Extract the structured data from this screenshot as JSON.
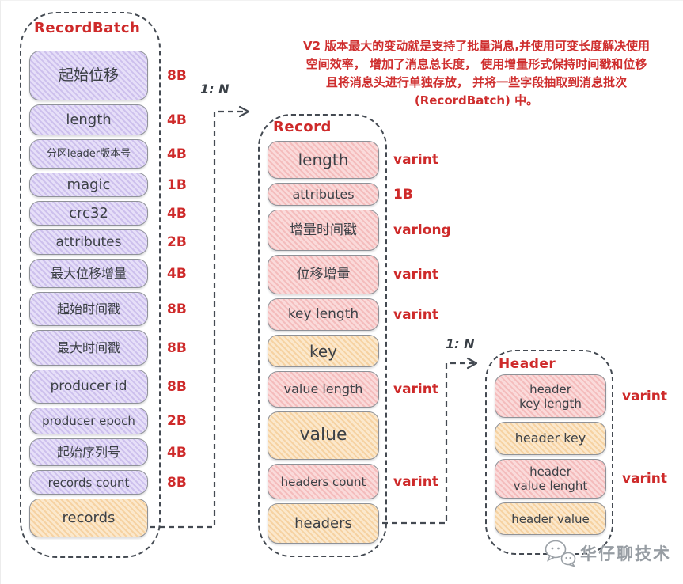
{
  "note": {
    "lines": [
      "V2 版本最大的变动就是支持了批量消息,并使用可变长度解决使用",
      "空间效率， 增加了消息总长度， 使用增量形式保持时间戳和位移",
      "且将消息头进行单独存放， 并将一些字段抽取到消息批次",
      "(RecordBatch) 中。"
    ]
  },
  "colors": {
    "accent_red": "#ce2a2a",
    "box_purple": "#d5c9f1",
    "box_pink": "#f6c8c8",
    "box_orange": "#f8dcb5",
    "ink": "#3c4046",
    "outline": "#444a52",
    "watermark_gray": "#979da3"
  },
  "groups": [
    {
      "name": "RecordBatch",
      "fields": [
        {
          "label": "起始位移",
          "size": "8B",
          "variant": "purple"
        },
        {
          "label": "length",
          "size": "4B",
          "variant": "purple"
        },
        {
          "label": "分区leader版本号",
          "size": "4B",
          "variant": "purple"
        },
        {
          "label": "magic",
          "size": "1B",
          "variant": "purple"
        },
        {
          "label": "crc32",
          "size": "4B",
          "variant": "purple"
        },
        {
          "label": "attributes",
          "size": "2B",
          "variant": "purple"
        },
        {
          "label": "最大位移增量",
          "size": "4B",
          "variant": "purple"
        },
        {
          "label": "起始时间戳",
          "size": "8B",
          "variant": "purple"
        },
        {
          "label": "最大时间戳",
          "size": "8B",
          "variant": "purple"
        },
        {
          "label": "producer id",
          "size": "8B",
          "variant": "purple"
        },
        {
          "label": "producer epoch",
          "size": "2B",
          "variant": "purple"
        },
        {
          "label": "起始序列号",
          "size": "4B",
          "variant": "purple"
        },
        {
          "label": "records count",
          "size": "8B",
          "variant": "purple"
        },
        {
          "label": "records",
          "size": "",
          "variant": "orange"
        }
      ]
    },
    {
      "name": "Record",
      "fields": [
        {
          "label": "length",
          "size": "varint",
          "variant": "pink"
        },
        {
          "label": "attributes",
          "size": "1B",
          "variant": "pink"
        },
        {
          "label": "增量时间戳",
          "size": "varlong",
          "variant": "pink"
        },
        {
          "label": "位移增量",
          "size": "varint",
          "variant": "pink"
        },
        {
          "label": "key length",
          "size": "varint",
          "variant": "pink"
        },
        {
          "label": "key",
          "size": "",
          "variant": "orange"
        },
        {
          "label": "value length",
          "size": "varint",
          "variant": "pink"
        },
        {
          "label": "value",
          "size": "",
          "variant": "orange"
        },
        {
          "label": "headers count",
          "size": "varint",
          "variant": "pink"
        },
        {
          "label": "headers",
          "size": "",
          "variant": "orange"
        }
      ]
    },
    {
      "name": "Header",
      "fields": [
        {
          "label": "header\nkey length",
          "size": "varint",
          "variant": "pink"
        },
        {
          "label": "header key",
          "size": "",
          "variant": "orange"
        },
        {
          "label": "header\nvalue lenght",
          "size": "varint",
          "variant": "pink"
        },
        {
          "label": "header value",
          "size": "",
          "variant": "orange"
        }
      ]
    }
  ],
  "connectors": [
    {
      "label": "1: N"
    },
    {
      "label": "1: N"
    }
  ],
  "watermark": {
    "text": "华仔聊技术",
    "icon": "wechat-chat-bubbles-icon"
  }
}
